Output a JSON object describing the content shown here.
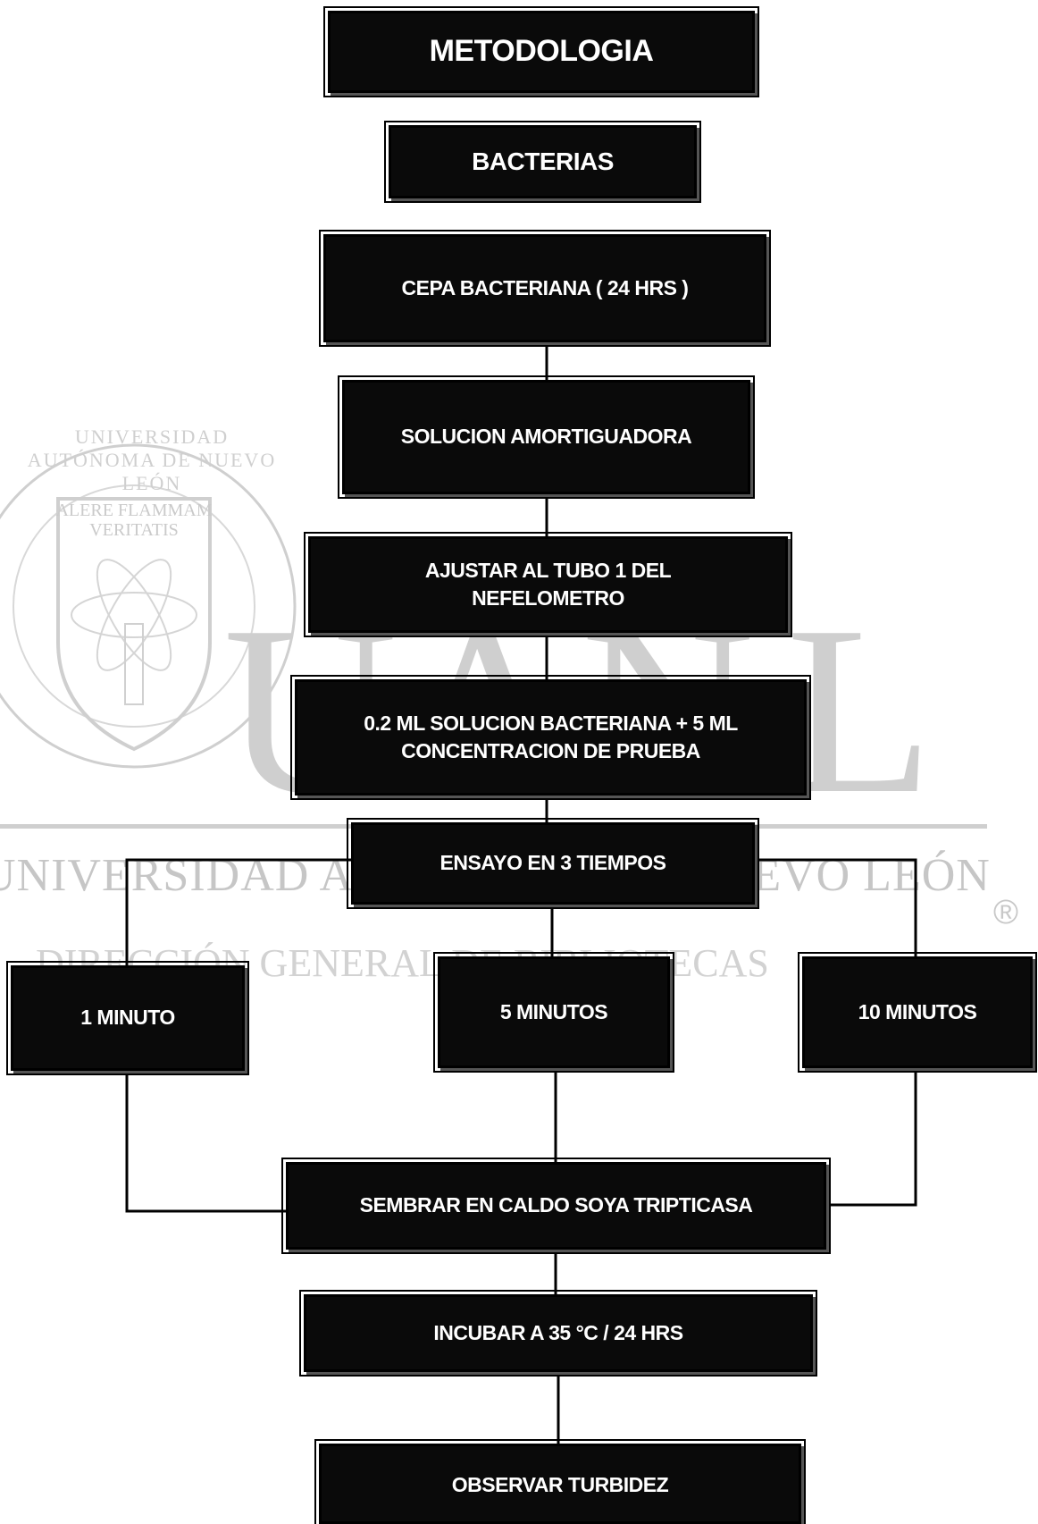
{
  "watermark": {
    "seal_motto": "ALERE FLAMMAM VERITATIS",
    "seal_ring": "UNIVERSIDAD AUTÓNOMA DE NUEVO LEÓN",
    "letters": [
      "U",
      "A",
      "N",
      "L"
    ],
    "line1": "UNIVERSIDAD AUTÓNOMA DE NUEVO LEÓN",
    "line2": "DIRECCIÓN GENERAL DE BIBLIOTECAS",
    "registered": "®"
  },
  "flow": {
    "title": "METODOLOGIA",
    "section": "BACTERIAS",
    "step1": "CEPA BACTERIANA ( 24 HRS )",
    "step2": "SOLUCION AMORTIGUADORA",
    "step3": "AJUSTAR AL TUBO 1 DEL\nNEFELOMETRO",
    "step4": "0.2 ML SOLUCION BACTERIANA + 5 ML\nCONCENTRACION DE PRUEBA",
    "step5": "ENSAYO EN 3 TIEMPOS",
    "branch1": "1 MINUTO",
    "branch2": "5 MINUTOS",
    "branch3": "10 MINUTOS",
    "step6": "SEMBRAR EN CALDO SOYA TRIPTICASA",
    "step7": "INCUBAR A 35 °C / 24 HRS",
    "step8": "OBSERVAR TURBIDEZ"
  }
}
